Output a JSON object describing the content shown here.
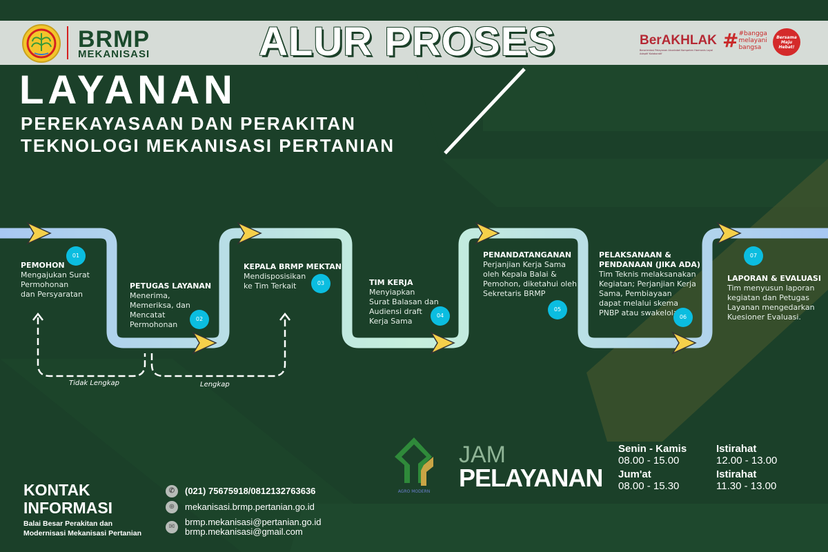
{
  "header": {
    "brand_name": "BRMP",
    "brand_sub": "MEKANISASI",
    "title": "ALUR PROSES",
    "logos": {
      "berakhlak": "BerAKHLAK",
      "berakhlak_tagline": "Berorientasi Pelayanan Akuntabel Kompeten Harmonis Loyal Adaptif Kolaboratif",
      "bangga": "#bangga melayani bangsa",
      "bersama": "Bersama Maju Hebat!"
    }
  },
  "heading": {
    "main": "LAYANAN",
    "line1": "PEREKAYASAAN DAN PERAKITAN",
    "line2": "TEKNOLOGI MEKANISASI PERTANIAN"
  },
  "steps": [
    {
      "num": "01",
      "title": "PEMOHON",
      "lines": [
        "Mengajukan Surat",
        "Permohonan",
        "dan Persyaratan"
      ]
    },
    {
      "num": "02",
      "title": "PETUGAS LAYANAN",
      "lines": [
        "Menerima,",
        "Memeriksa, dan",
        "Mencatat",
        "Permohonan"
      ]
    },
    {
      "num": "03",
      "title": "KEPALA BRMP MEKTAN",
      "lines": [
        "Mendisposisikan",
        "ke Tim Terkait"
      ]
    },
    {
      "num": "04",
      "title": "TIM KERJA",
      "lines": [
        "Menyiapkan",
        "Surat Balasan dan",
        "Audiensi draft",
        "Kerja Sama"
      ]
    },
    {
      "num": "05",
      "title": "PENANDATANGANAN",
      "lines": [
        "Perjanjian Kerja Sama",
        "oleh Kepala Balai &",
        "Pemohon, diketahui oleh",
        "Sekretaris BRMP"
      ]
    },
    {
      "num": "06",
      "title": "PELAKSANAAN & PENDANAAN (JIKA ADA)",
      "lines": [
        "Tim Teknis melaksanakan",
        "Kegiatan; Perjanjian Kerja",
        "Sama, Pembiayaan",
        "dapat melalui skema",
        "PNBP atau swakelola"
      ]
    },
    {
      "num": "07",
      "title": "LAPORAN & EVALUASI",
      "lines": [
        "Tim menyusun laporan",
        "kegiatan dan Petugas",
        "Layanan mengedarkan",
        "Kuesioner Evaluasi."
      ]
    }
  ],
  "flow_labels": {
    "not_complete": "Tidak Lengkap",
    "complete": "Lengkap"
  },
  "contact": {
    "title_line1": "KONTAK",
    "title_line2": "INFORMASI",
    "org_line1": "Balai Besar Perakitan dan",
    "org_line2": "Modernisasi Mekanisasi Pertanian",
    "phone": "(021) 75675918/0812132763636",
    "website": "mekanisasi.brmp.pertanian.go.id",
    "email1": "brmp.mekanisasi@pertanian.go.id",
    "email2": "brmp.mekanisasi@gmail.com"
  },
  "hours": {
    "logo_text": "AGRO MODERN",
    "title_line1": "JAM",
    "title_line2": "PELAYANAN",
    "schedule": [
      {
        "day": "Senin - Kamis",
        "time": "08.00 - 15.00",
        "break_label": "Istirahat",
        "break_time": "12.00 - 13.00"
      },
      {
        "day": "Jum'at",
        "time": "08.00 - 15.30",
        "break_label": "Istirahat",
        "break_time": "11.30 - 13.00"
      }
    ]
  },
  "colors": {
    "background": "#1b4029",
    "header": "#d6dcd7",
    "badge": "#0bbde0",
    "arrow": "#f5d04a",
    "path_blue": "#a8c8f2",
    "path_mint": "#c6f0dc"
  }
}
